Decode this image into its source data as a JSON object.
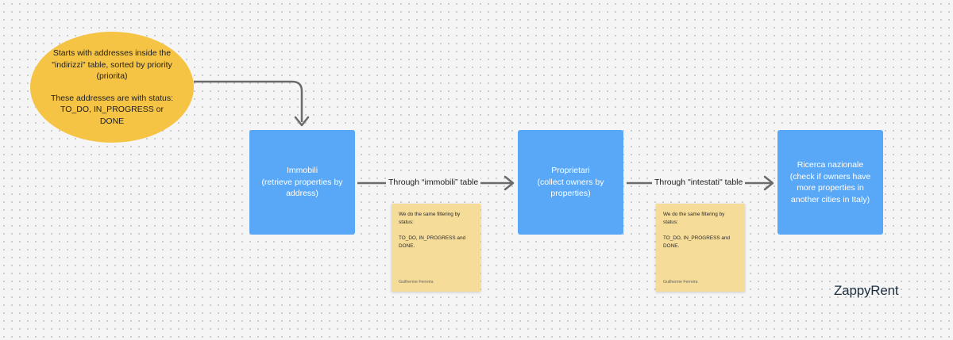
{
  "diagram": {
    "start_note": {
      "paragraph1": "Starts with addresses inside the \"indirizzi\" table, sorted by priority (priorita)",
      "paragraph2": "These addresses are with status: TO_DO, IN_PROGRESS or DONE"
    },
    "nodes": [
      {
        "id": "immobili",
        "text": "Immobili\n(retrieve properties by address)"
      },
      {
        "id": "proprietari",
        "text": "Proprietari\n(collect owners by properties)"
      },
      {
        "id": "ricerca",
        "text": "Ricerca nazionale\n(check if owners have more properties in another cities in Italy)"
      }
    ],
    "edges": [
      {
        "from": "immobili",
        "to": "proprietari",
        "label": "Through “immobili” table"
      },
      {
        "from": "proprietari",
        "to": "ricerca",
        "label": "Through \"intestati\" table"
      }
    ],
    "sticky_notes": [
      {
        "text": "We do the same filtering by status:\n\nTO_DO, IN_PROGRESS and DONE.",
        "author": "Guilherme Ferreira"
      },
      {
        "text": "We do the same filtering by status:\n\nTO_DO, IN_PROGRESS and DONE.",
        "author": "Guilherme Ferreira"
      }
    ]
  },
  "brand": {
    "logo": "ZappyRent"
  },
  "colors": {
    "ellipse": "#f6c445",
    "node": "#59a8f8",
    "sticky": "#f6dc99",
    "connector": "#6b6b6b"
  }
}
